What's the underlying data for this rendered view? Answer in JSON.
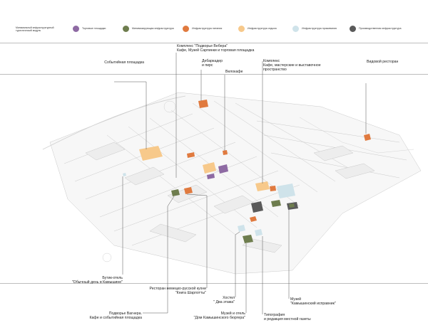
{
  "legend": {
    "intro": "Минимальный инфраструктурный туристический модуль",
    "items": [
      {
        "label": "Торговые площадки",
        "color": "#8e6aa3"
      },
      {
        "label": "Минимизирующая инфраструктура",
        "color": "#6e7d4e"
      },
      {
        "label": "Инфраструктура питания",
        "color": "#e07a3f"
      },
      {
        "label": "Инфраструктура отдыха",
        "color": "#f7c98b"
      },
      {
        "label": "Инфраструктура проживания",
        "color": "#cfe3ea"
      },
      {
        "label": "Производственная инфраструктура",
        "color": "#5a5a5a"
      }
    ]
  },
  "callouts": {
    "event_area": "Событийная площадка",
    "veber_complex_l1": "Комплекс \"Подворье Вебера\"",
    "veber_complex_l2": "Кафе, Музей Сарпинки и торговая площадка",
    "landing_l1": "Дебаркадер",
    "landing_l2": "и пирс",
    "bike_cafe": "Велокафе",
    "crafts_l1": "Комплекс",
    "crafts_l2": "Кафе, мастерские и выставочное",
    "crafts_l3": "пространство",
    "view_restaurant": "Видовой ресторан",
    "boutique_l1": "Бутик-отель",
    "boutique_l2": "\"Обычный день в Камышине\"",
    "wagner_l1": "Подворье Вагнера.",
    "wagner_l2": "Кафе и событийная площадка",
    "charlotte_l1": "Ресторан немецко-русской кухни",
    "charlotte_l2": "\"Книга Шарлотты\"",
    "hostel_l1": "Хостел",
    "hostel_l2": "\" Два этажа\"",
    "burgher_l1": "Музей и отель",
    "burgher_l2": "\"Дом Камышинского бюргера\"",
    "printing_l1": "Типография",
    "printing_l2": "и редакция местной газеты",
    "museum_l1": "Музей",
    "museum_l2": "\"Камышинский исправник\""
  }
}
